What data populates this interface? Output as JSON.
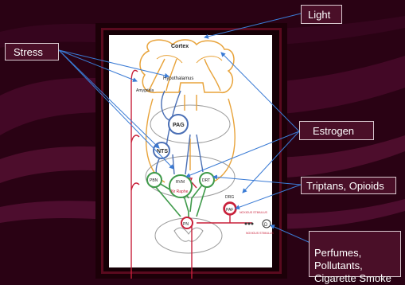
{
  "callouts": {
    "light": "Light",
    "stress": "Stress",
    "estrogen": "Estrogen",
    "triptans": "Triptans, Opioids",
    "perfumes": "Perfumes,\nPollutants,\nCigarette Smoke"
  },
  "diagram": {
    "cortex": "Cortex",
    "hypothalamus": "Hypothalamus",
    "amygdala": "Amygdala",
    "pag": "PAG",
    "nts": "NTS",
    "pbn": "PBN",
    "rvm": "RVM",
    "nr_raphe": "Nr Raphe",
    "drt": "DRT",
    "drg": "DRG",
    "paf": "PAF",
    "pn": "PN",
    "noxious": "NOXIOUS\nSTIMULUS",
    "noxious2": "NOXIOUS\nSTIMULUS"
  },
  "colors": {
    "orange": "#e8a33a",
    "blue": "#4a6fb5",
    "green": "#3f9a4a",
    "red": "#c8203a",
    "gray": "#9a9a9a"
  }
}
